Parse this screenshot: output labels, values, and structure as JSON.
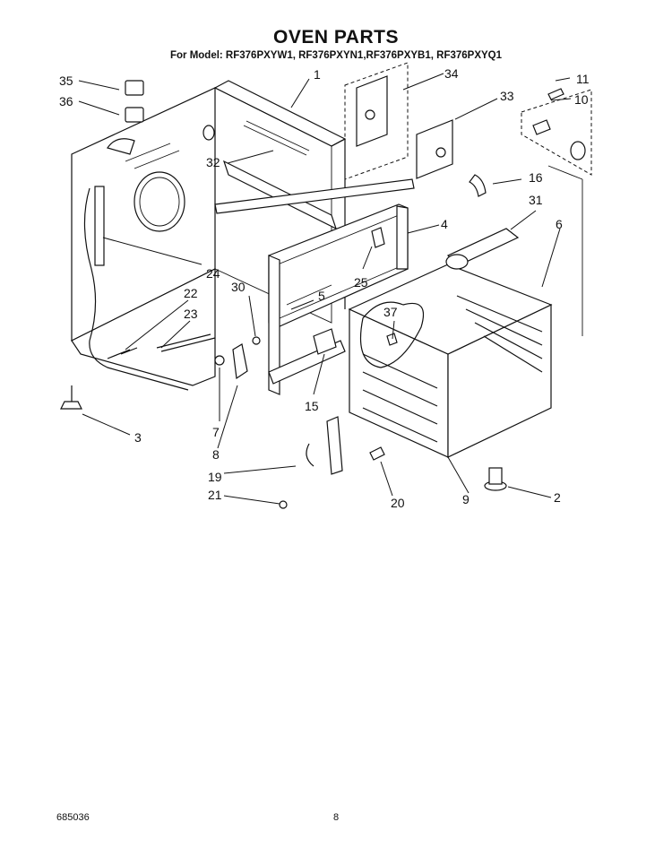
{
  "header": {
    "title": "OVEN PARTS",
    "subtitle": "For Model: RF376PXYW1, RF376PXYN1,RF376PXYB1, RF376PXYQ1"
  },
  "callouts": [
    {
      "id": "c1",
      "text": "1"
    },
    {
      "id": "c2",
      "text": "2"
    },
    {
      "id": "c3",
      "text": "3"
    },
    {
      "id": "c4",
      "text": "4"
    },
    {
      "id": "c5",
      "text": "5"
    },
    {
      "id": "c6",
      "text": "6"
    },
    {
      "id": "c7",
      "text": "7"
    },
    {
      "id": "c8",
      "text": "8"
    },
    {
      "id": "c9",
      "text": "9"
    },
    {
      "id": "c10",
      "text": "10"
    },
    {
      "id": "c11",
      "text": "11"
    },
    {
      "id": "c15",
      "text": "15"
    },
    {
      "id": "c16",
      "text": "16"
    },
    {
      "id": "c19",
      "text": "19"
    },
    {
      "id": "c20",
      "text": "20"
    },
    {
      "id": "c21",
      "text": "21"
    },
    {
      "id": "c22",
      "text": "22"
    },
    {
      "id": "c23",
      "text": "23"
    },
    {
      "id": "c24",
      "text": "24"
    },
    {
      "id": "c25",
      "text": "25"
    },
    {
      "id": "c30",
      "text": "30"
    },
    {
      "id": "c31",
      "text": "31"
    },
    {
      "id": "c32",
      "text": "32"
    },
    {
      "id": "c33",
      "text": "33"
    },
    {
      "id": "c34",
      "text": "34"
    },
    {
      "id": "c35",
      "text": "35"
    },
    {
      "id": "c36",
      "text": "36"
    },
    {
      "id": "c37",
      "text": "37"
    }
  ],
  "footer": {
    "doc_number": "685036",
    "page_number": "8"
  }
}
